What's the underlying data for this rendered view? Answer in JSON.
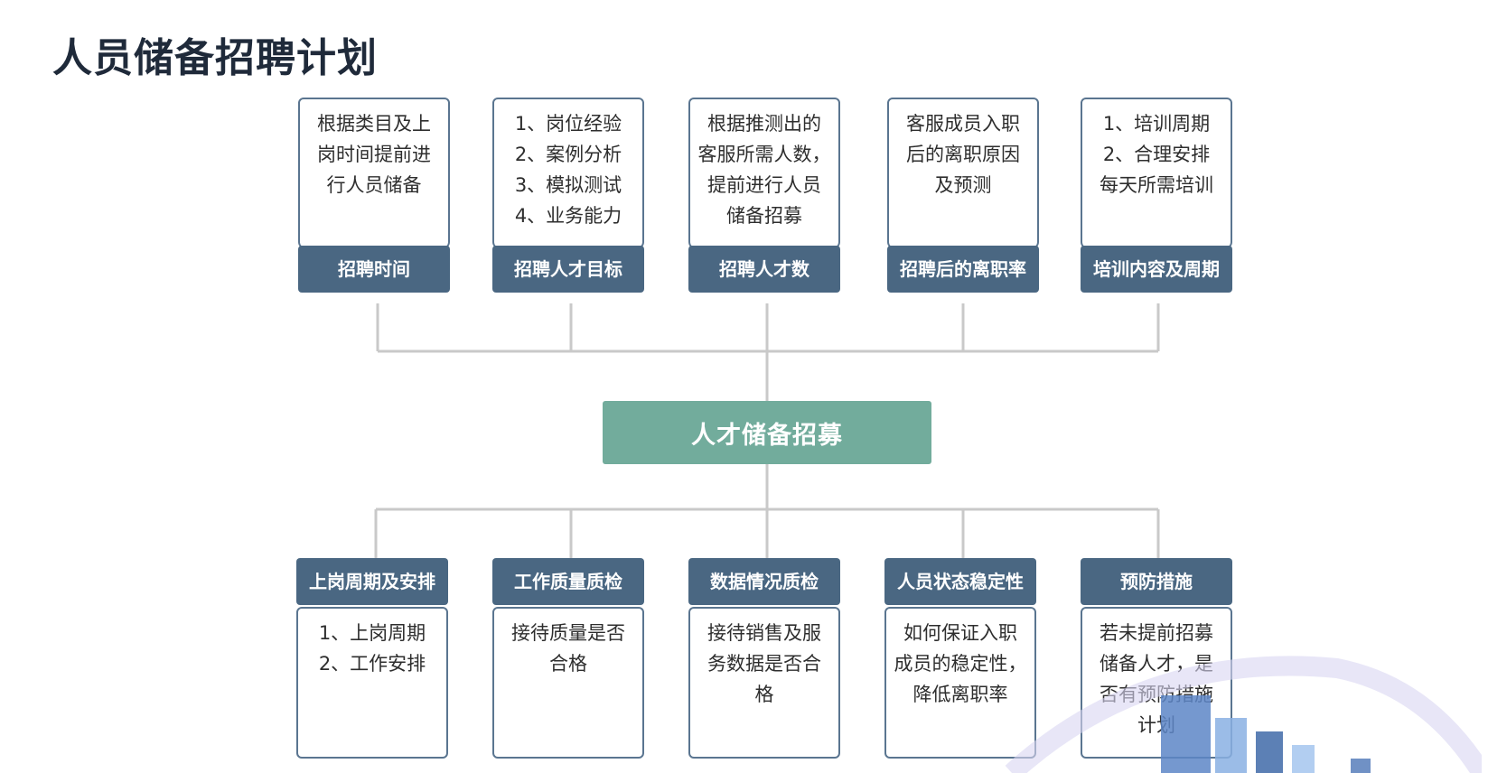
{
  "title": "人员储备招聘计划",
  "center": "人才储备招募",
  "top_items": [
    {
      "label": "招聘时间",
      "text": "根据类目及上\n岗时间提前进\n行人员储备"
    },
    {
      "label": "招聘人才目标",
      "text": "1、岗位经验\n2、案例分析\n3、模拟测试\n4、业务能力"
    },
    {
      "label": "招聘人才数",
      "text": "根据推测出的\n客服所需人数，\n提前进行人员\n储备招募"
    },
    {
      "label": "招聘后的离职率",
      "text": "客服成员入职\n后的离职原因\n及预测"
    },
    {
      "label": "培训内容及周期",
      "text": "1、培训周期\n2、合理安排\n每天所需培训"
    }
  ],
  "bottom_items": [
    {
      "label": "上岗周期及安排",
      "text": "1、上岗周期\n2、工作安排"
    },
    {
      "label": "工作质量质检",
      "text": "接待质量是否\n合格"
    },
    {
      "label": "数据情况质检",
      "text": "接待销售及服\n务数据是否合\n格"
    },
    {
      "label": "人员状态稳定性",
      "text": "如何保证入职\n成员的稳定性，\n降低离职率"
    },
    {
      "label": "预防措施",
      "text": "若未提前招募\n储备人才，是\n否有预防措施\n计划"
    }
  ],
  "colors": {
    "label_bar": "#4a6782",
    "center_box": "#72ac9c",
    "connector": "#c9c9c9",
    "title": "#1f2a3a"
  }
}
